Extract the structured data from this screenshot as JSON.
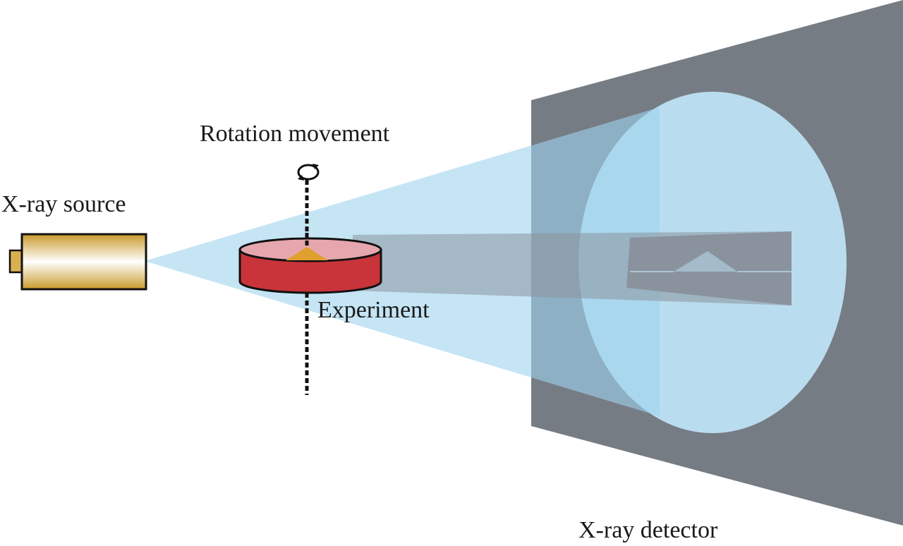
{
  "labels": {
    "xray_source": "X-ray source",
    "rotation": "Rotation movement",
    "experiment": "Experiment",
    "detector": "X-ray detector"
  },
  "colors": {
    "beam": "#9fd3ee",
    "detector_panel": "#767c84",
    "detector_circle": "#b9dcee",
    "sample_side": "#c8343a",
    "sample_top": "#e6a6ae",
    "sample_marker": "#e0a030",
    "source_body": "#d8b050",
    "shadow": "#8a939d"
  },
  "icons": {
    "rotation": "circular-arrow-icon"
  }
}
